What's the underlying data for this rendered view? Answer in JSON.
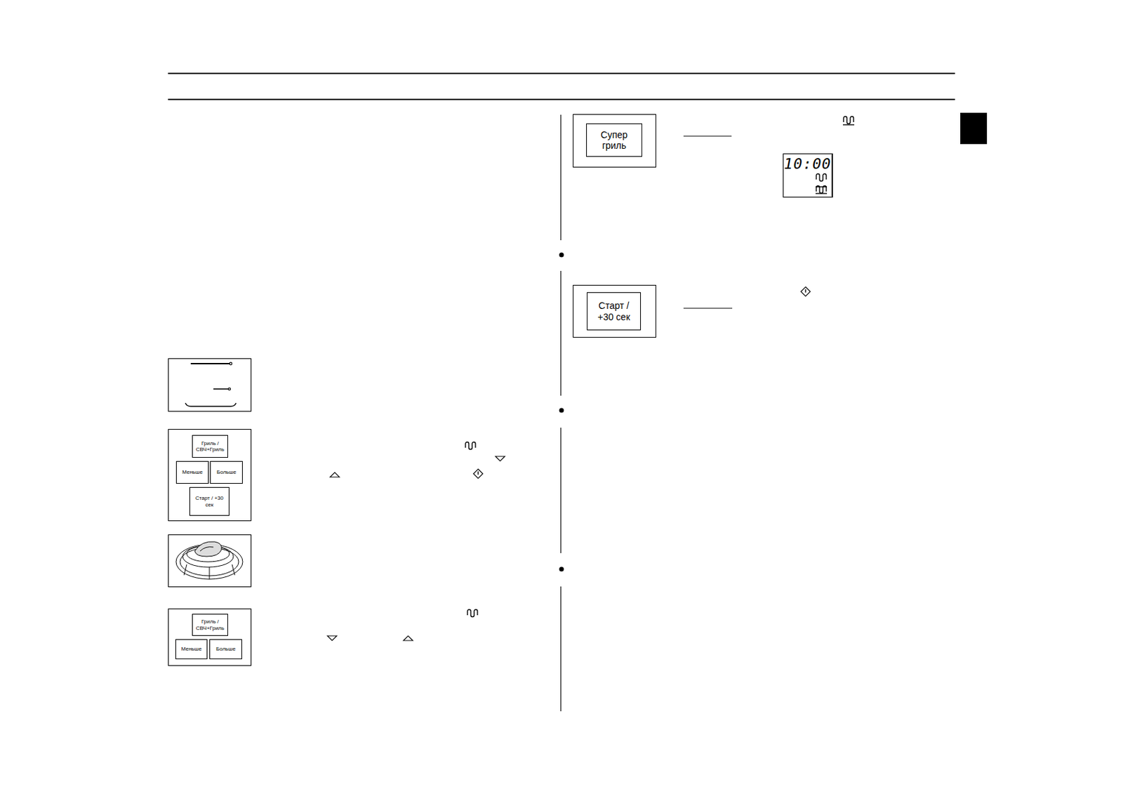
{
  "diagram": {
    "nodes": [
      {
        "text": [
          "Гриль / СВЧ+Гриль"
        ]
      },
      {
        "text": [
          "Меньше"
        ]
      },
      {
        "text": [
          "Больше"
        ]
      },
      {
        "text": [
          "Старт / +30 сек"
        ]
      },
      {
        "text": [
          "Гриль / СВЧ+Гриль"
        ]
      },
      {
        "text": [
          "Меньше"
        ]
      },
      {
        "text": [
          "Больше"
        ]
      },
      {
        "text": [
          "Супер гриль"
        ]
      },
      {
        "text": [
          "10:00"
        ]
      },
      {
        "text": [
          "Старт / +30 сек"
        ]
      }
    ]
  }
}
